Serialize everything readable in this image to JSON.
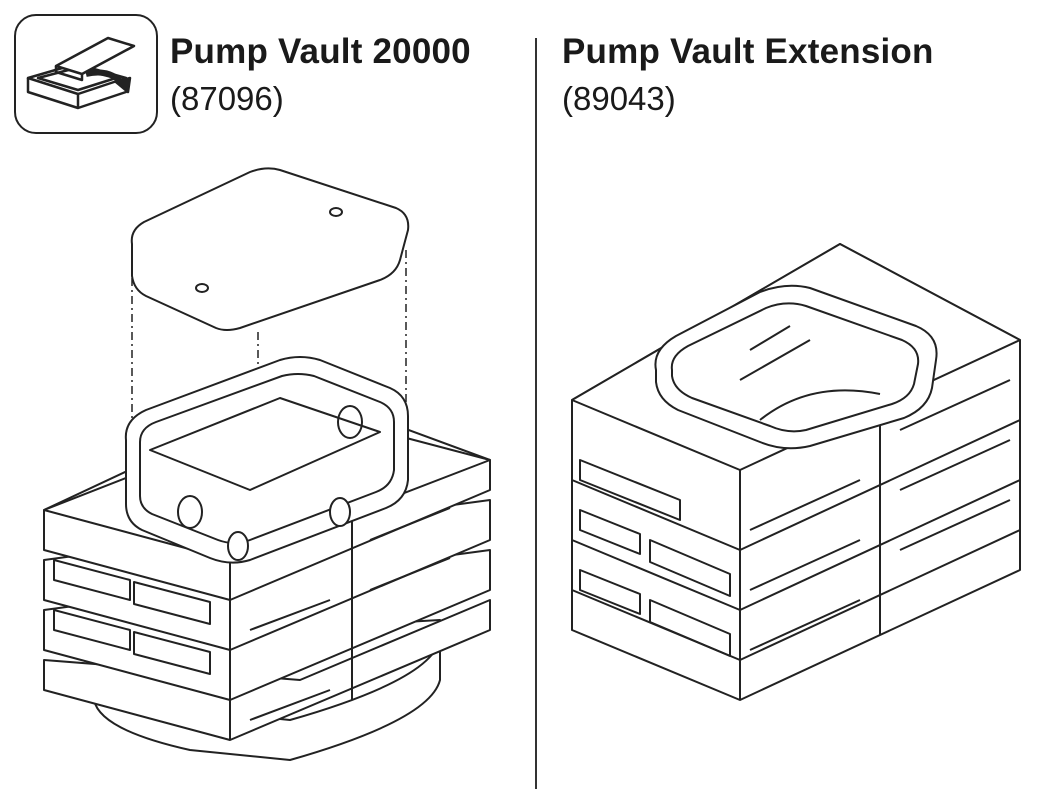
{
  "left": {
    "title": "Pump Vault 20000",
    "part_number": "(87096)",
    "icon": "open-lid-icon"
  },
  "right": {
    "title": "Pump Vault Extension",
    "part_number": "(89043)"
  }
}
